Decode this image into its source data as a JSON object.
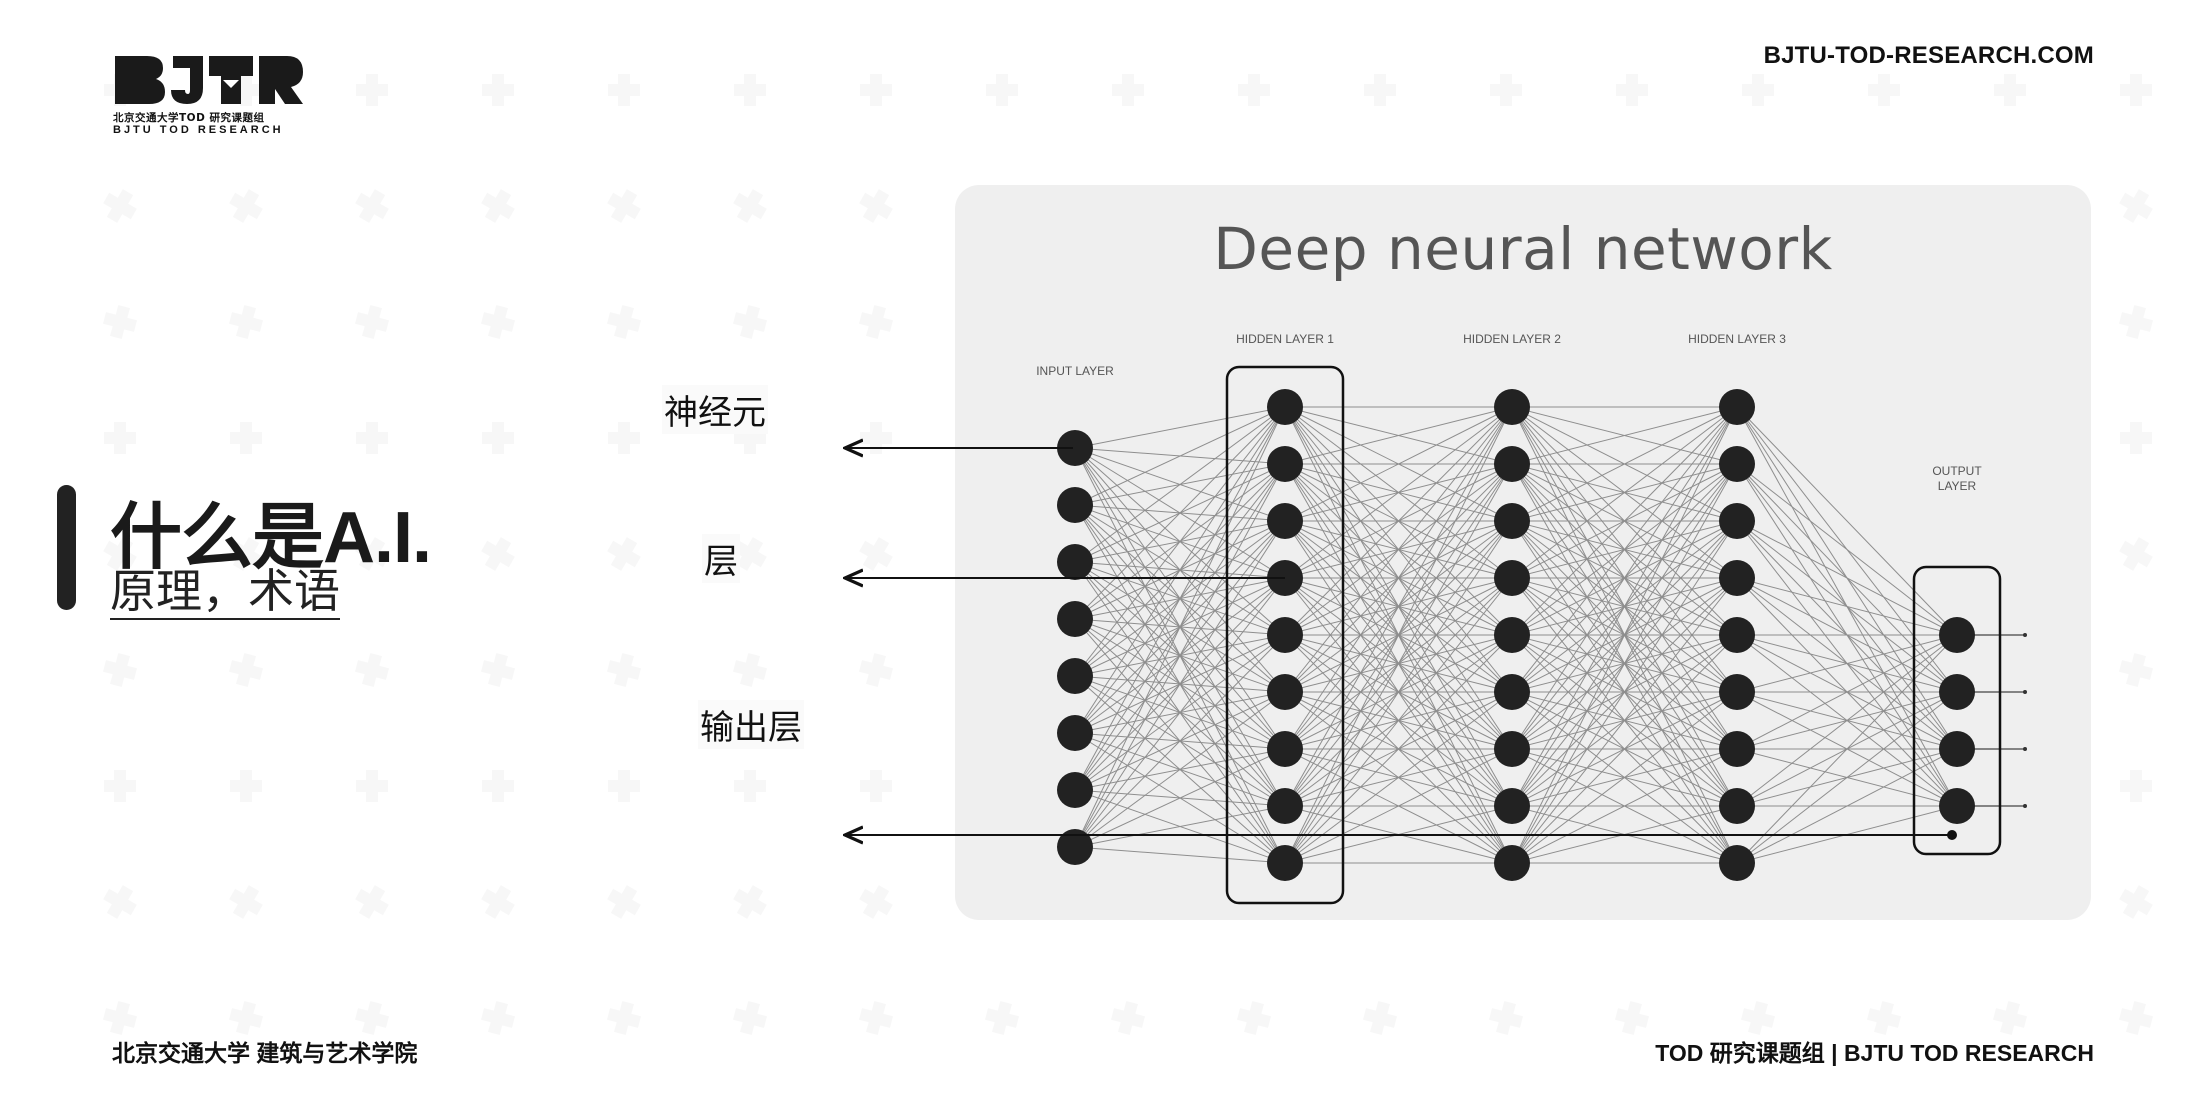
{
  "header": {
    "logo": {
      "wordmark": "BJTR",
      "line1": "北京交通大学TOD 研究课题组",
      "line2": "BJTU TOD RESEARCH"
    },
    "site_url": "BJTU-TOD-RESEARCH.COM"
  },
  "title": {
    "main": "什么是A.I.",
    "sub": "原理，术语"
  },
  "diagram": {
    "title": "Deep neural network",
    "layers": [
      {
        "label": "INPUT LAYER",
        "neurons": 8
      },
      {
        "label": "HIDDEN LAYER 1",
        "neurons": 9
      },
      {
        "label": "HIDDEN LAYER 2",
        "neurons": 9
      },
      {
        "label": "HIDDEN LAYER 3",
        "neurons": 9
      },
      {
        "label": "OUTPUT LAYER",
        "neurons": 4
      }
    ],
    "annotations": [
      {
        "id": "neuron",
        "label": "神经元"
      },
      {
        "id": "layer",
        "label": "层"
      },
      {
        "id": "output-layer",
        "label": "输出层"
      }
    ]
  },
  "footer": {
    "left": "北京交通大学 建筑与艺术学院",
    "right": "TOD 研究课题组 | BJTU TOD RESEARCH"
  }
}
